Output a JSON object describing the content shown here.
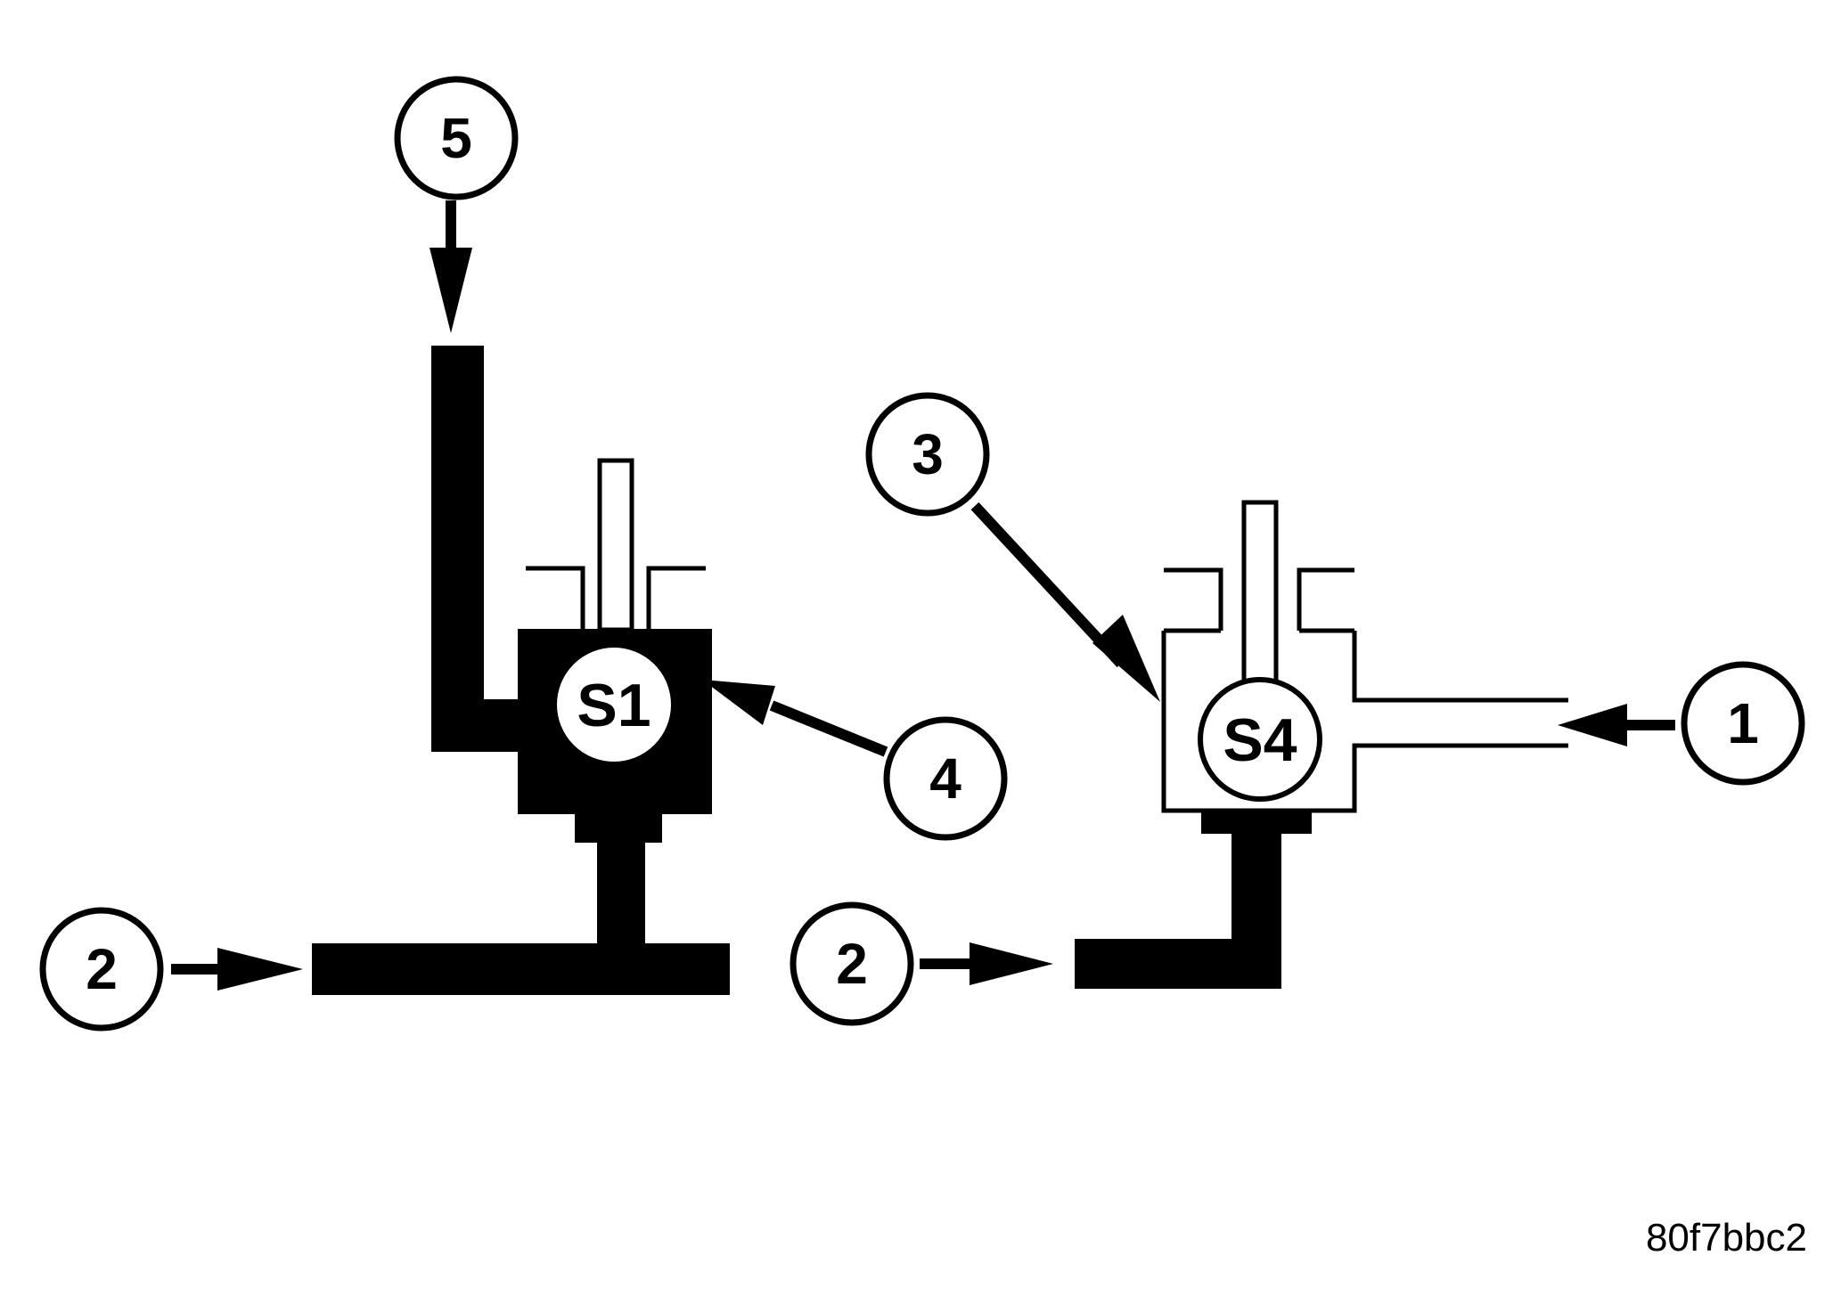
{
  "diagram": {
    "figure_id": "80f7bbc2",
    "valves": [
      {
        "id": "s1",
        "label": "S1",
        "state": "filled"
      },
      {
        "id": "s4",
        "label": "S4",
        "state": "open"
      }
    ],
    "callouts": [
      {
        "id": "c5",
        "label": "5"
      },
      {
        "id": "c3",
        "label": "3"
      },
      {
        "id": "c4",
        "label": "4"
      },
      {
        "id": "c1",
        "label": "1"
      },
      {
        "id": "c2a",
        "label": "2"
      },
      {
        "id": "c2b",
        "label": "2"
      }
    ],
    "colors": {
      "ink": "#000000",
      "paper": "#ffffff"
    }
  }
}
